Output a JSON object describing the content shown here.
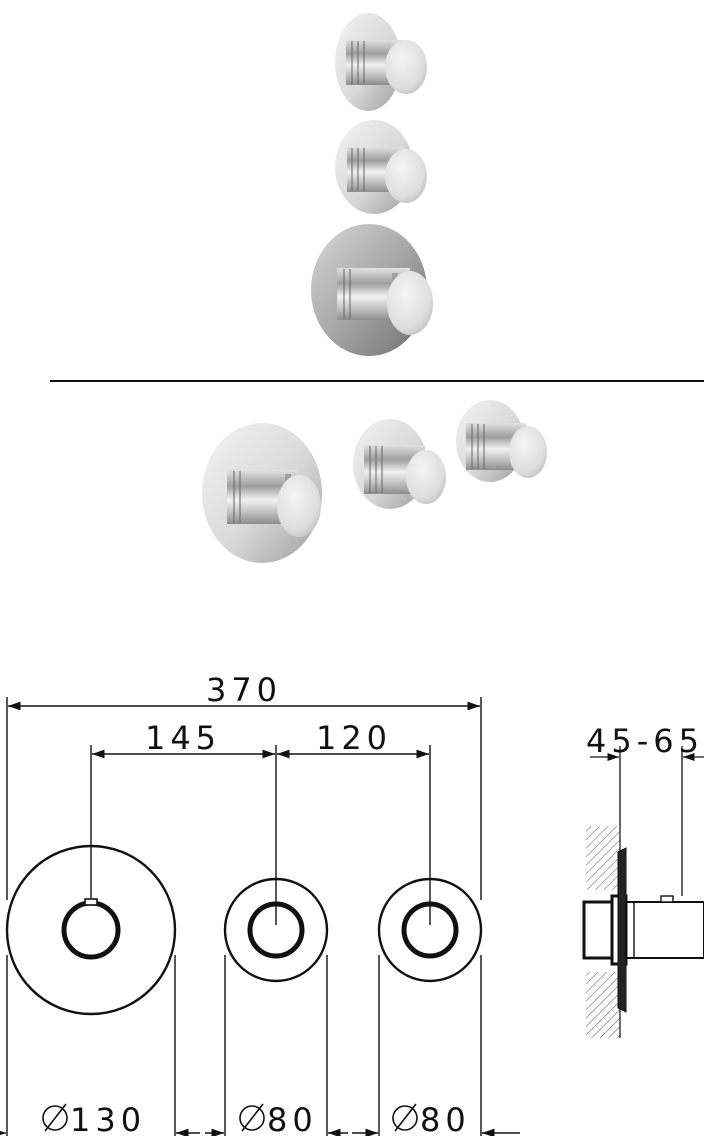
{
  "dimensions": {
    "overall": "370",
    "spacing_left": "145",
    "spacing_right": "120",
    "depth": "45-65",
    "diameter_large": "130",
    "diameter_small_1": "80",
    "diameter_small_2": "80"
  },
  "colors": {
    "line": "#111111",
    "metal_light": "#eeeeee",
    "metal_mid": "#c8c8c8",
    "metal_dark": "#8a8a8a"
  }
}
